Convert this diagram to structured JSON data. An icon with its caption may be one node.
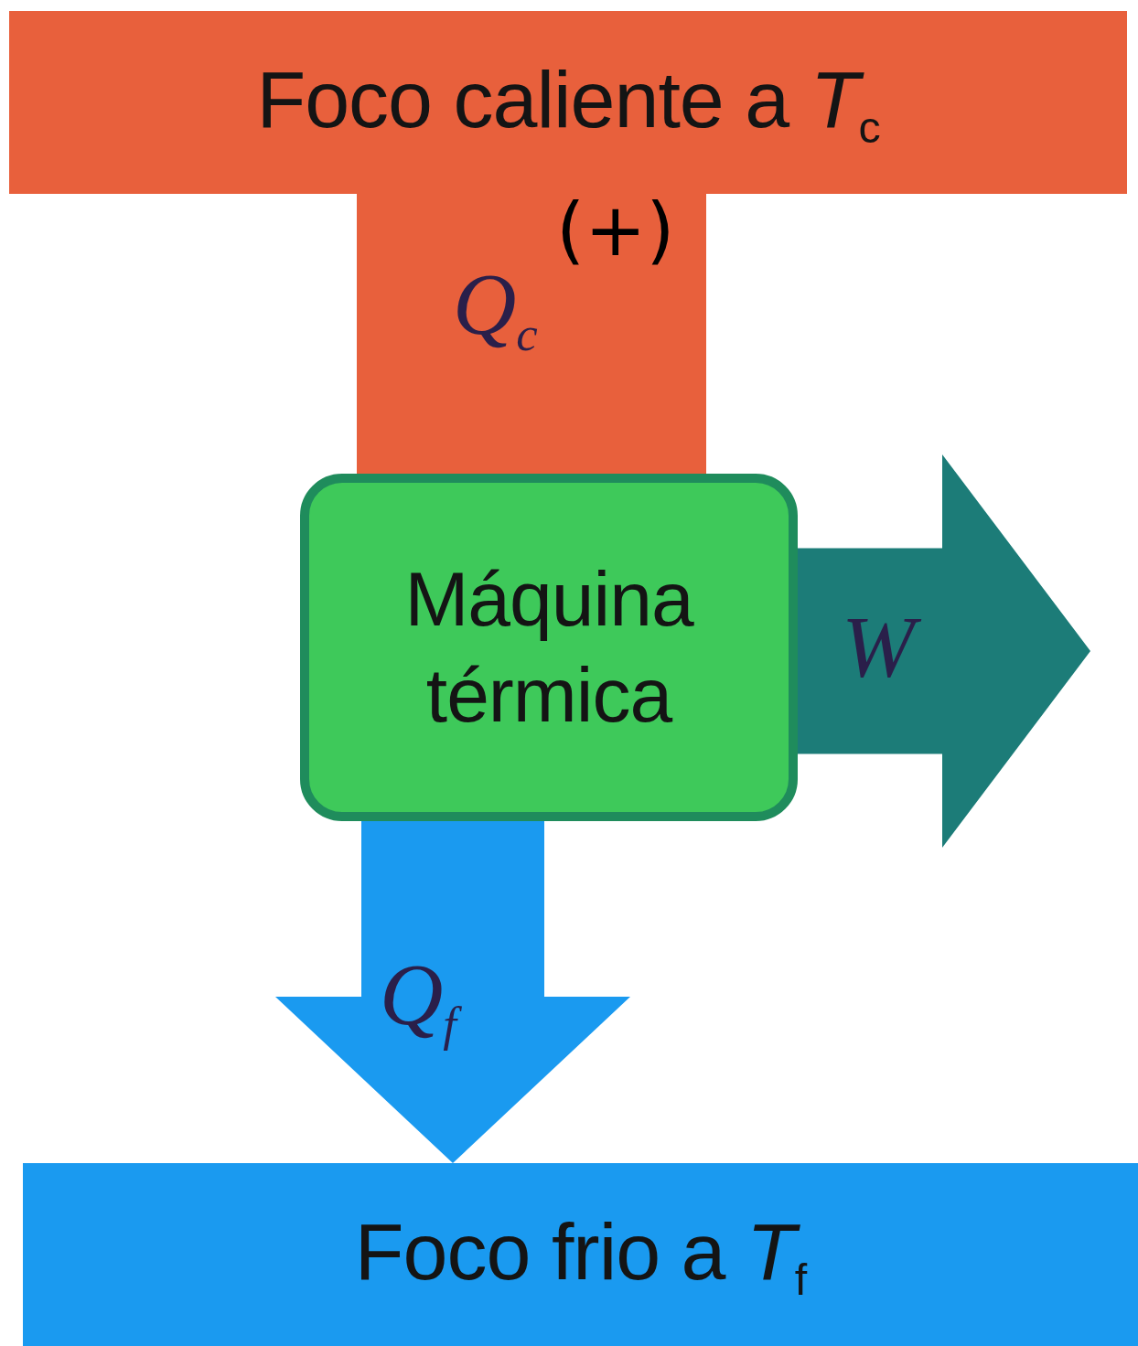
{
  "diagram": {
    "nodes": [
      {
        "text": [
          "Foco caliente a *T*$_{c}$"
        ]
      },
      {
        "text": [
          "Máquina térmica"
        ]
      },
      {
        "text": [
          "Foco frio a *T*$_{f}$"
        ]
      }
    ],
    "edges": [
      {
        "from": 0,
        "to": 1,
        "arrow": "none",
        "label": "Q$_{c}$",
        "color": "#e8603c"
      },
      {
        "from": 1,
        "to": null,
        "arrow": "to",
        "label": "W",
        "color": "#1c7c78"
      },
      {
        "from": 1,
        "to": 2,
        "arrow": "to",
        "label": "Q$_{f}$",
        "color": "#1a9af0"
      }
    ],
    "labels": [
      "(+)"
    ]
  }
}
